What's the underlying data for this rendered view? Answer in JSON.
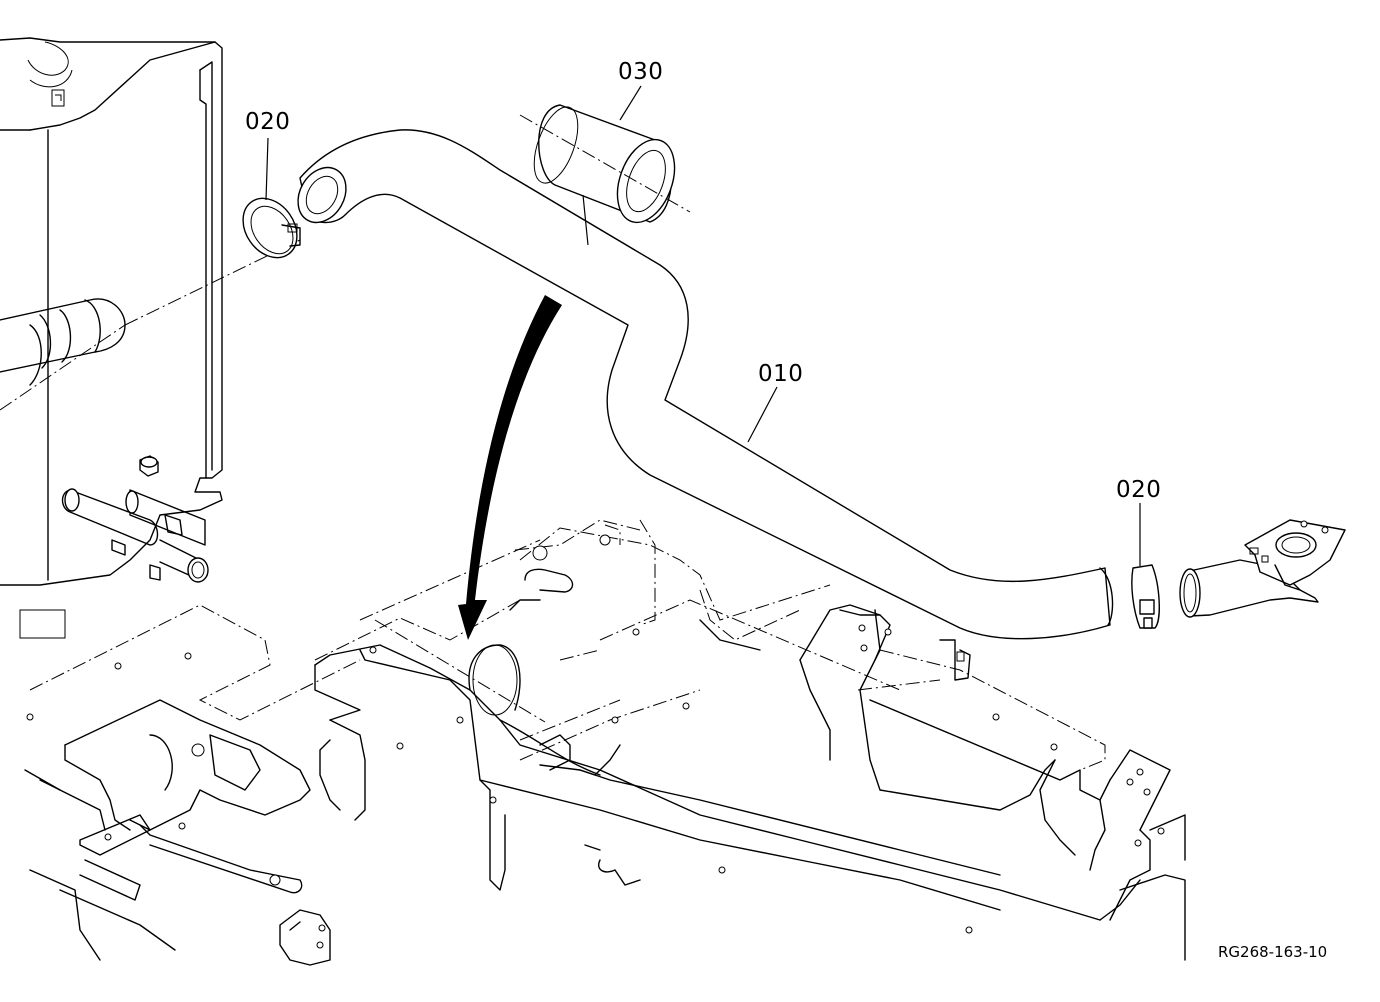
{
  "callouts": {
    "part_030": "030",
    "part_020_left": "020",
    "part_010": "010",
    "part_020_right": "020"
  },
  "drawing_code": "RG268-163-10"
}
